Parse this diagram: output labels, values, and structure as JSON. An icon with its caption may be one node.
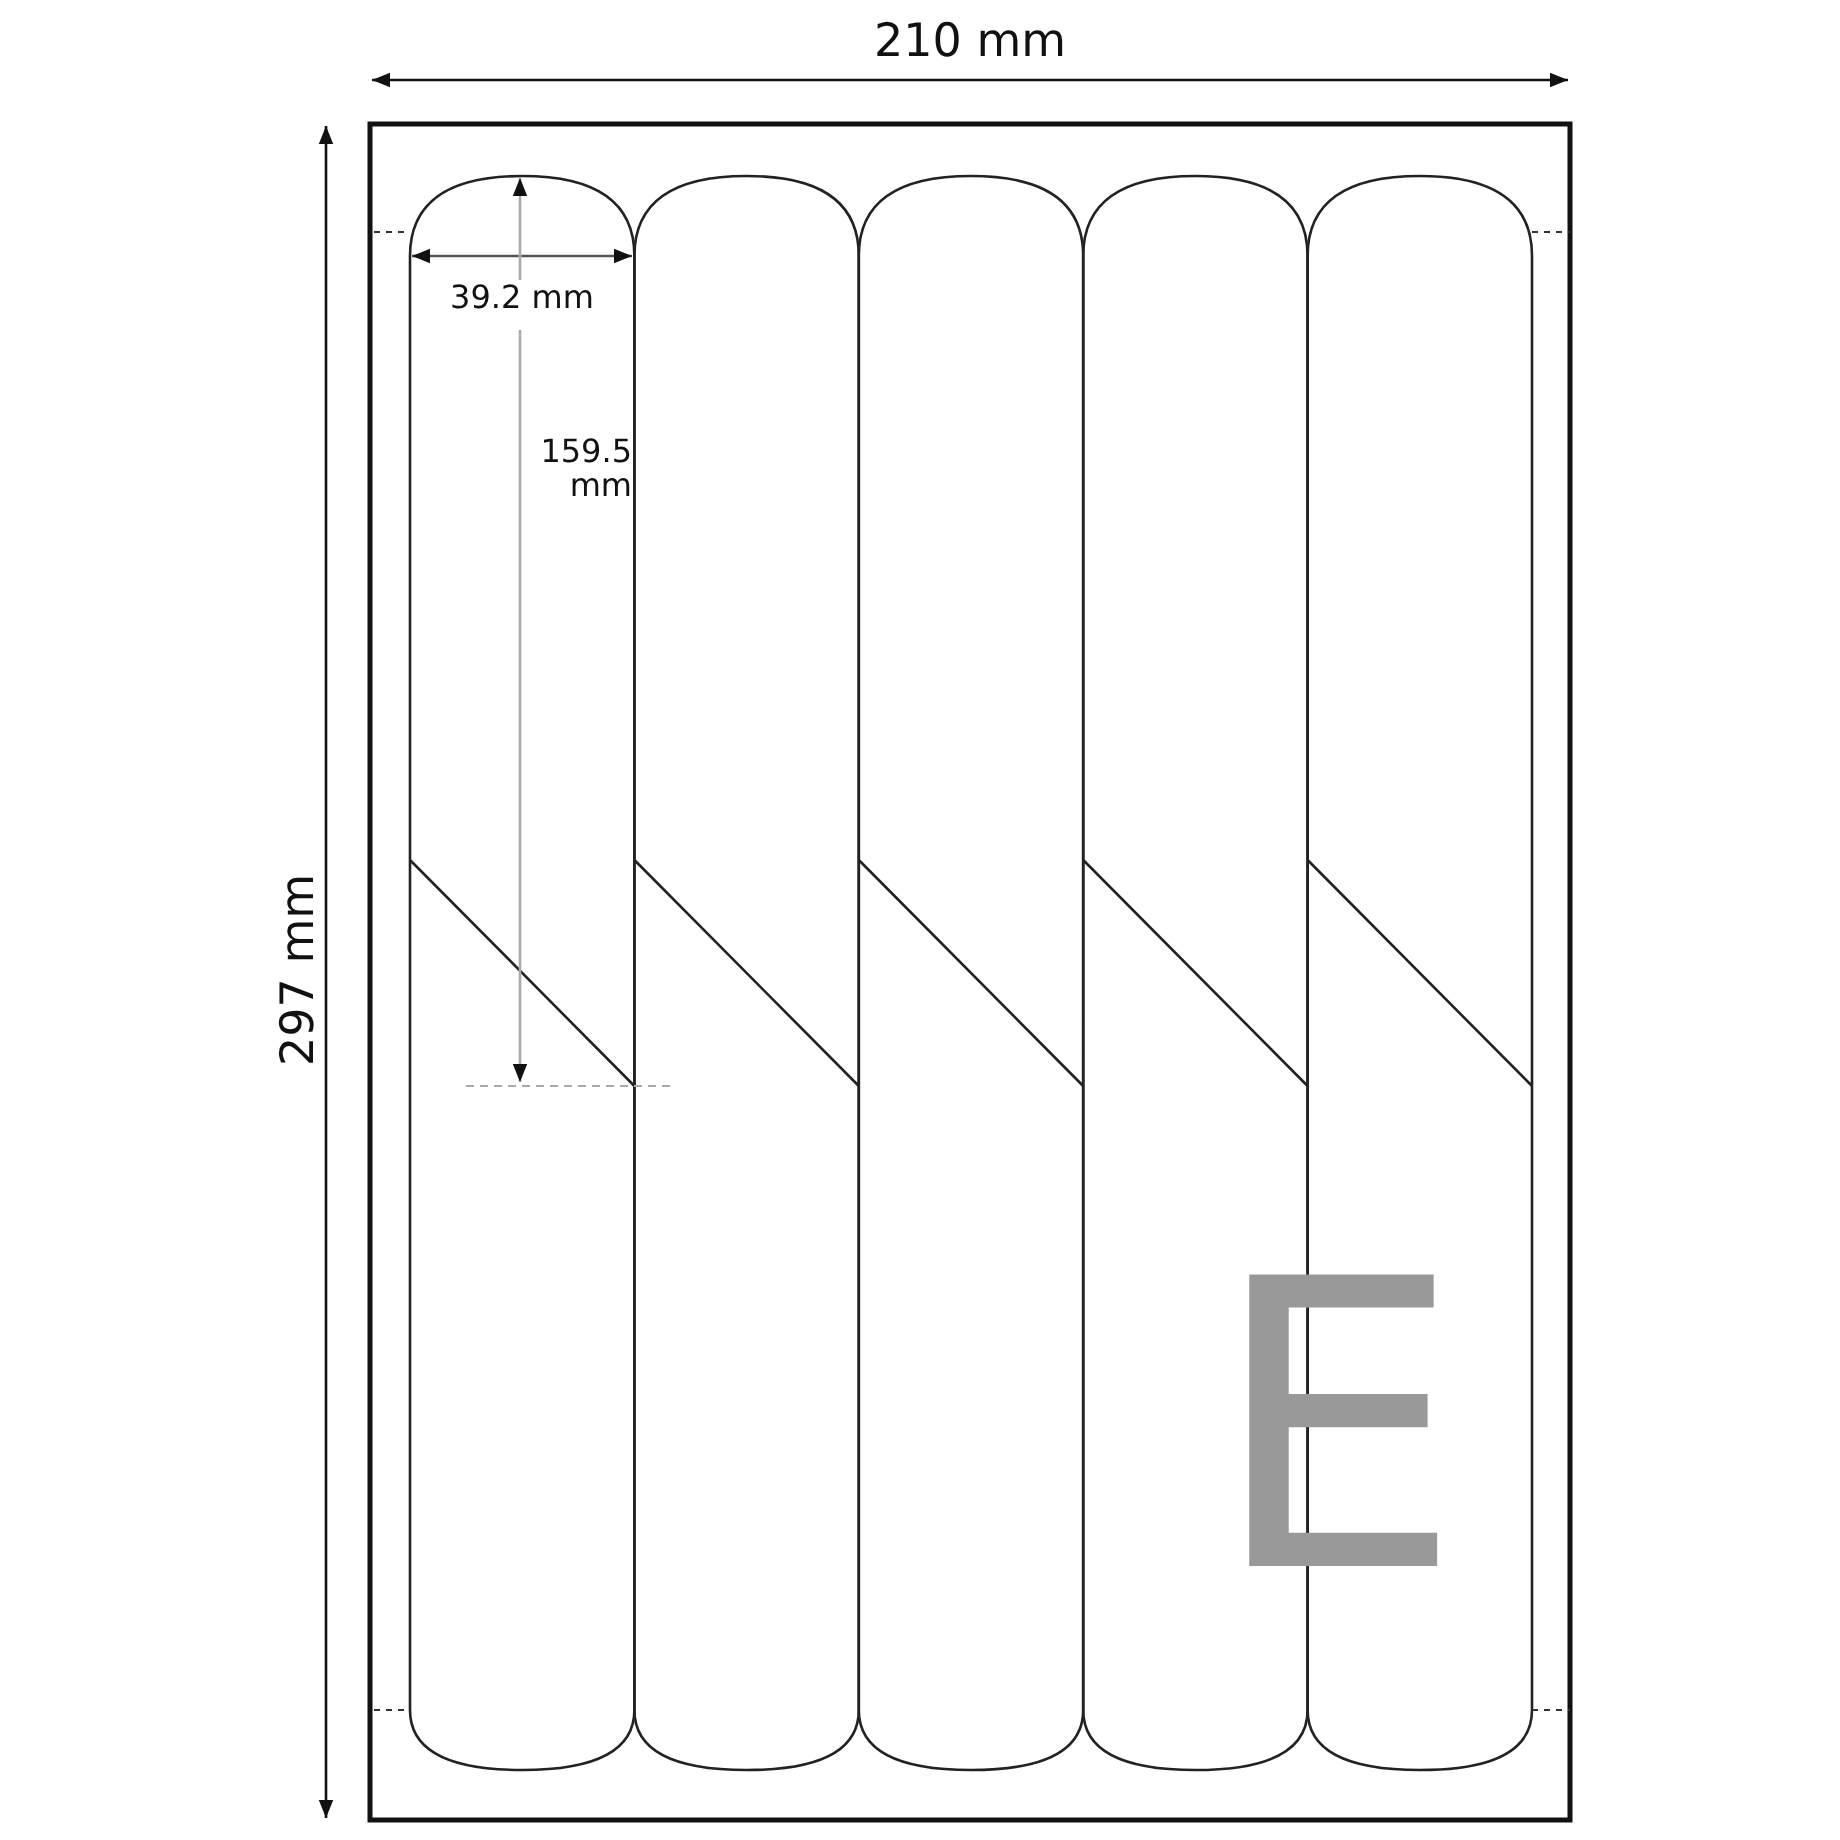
{
  "diagram": {
    "labels": [
      "210 mm",
      "297 mm",
      "39.2 mm",
      "159.5 mm",
      "E"
    ]
  }
}
